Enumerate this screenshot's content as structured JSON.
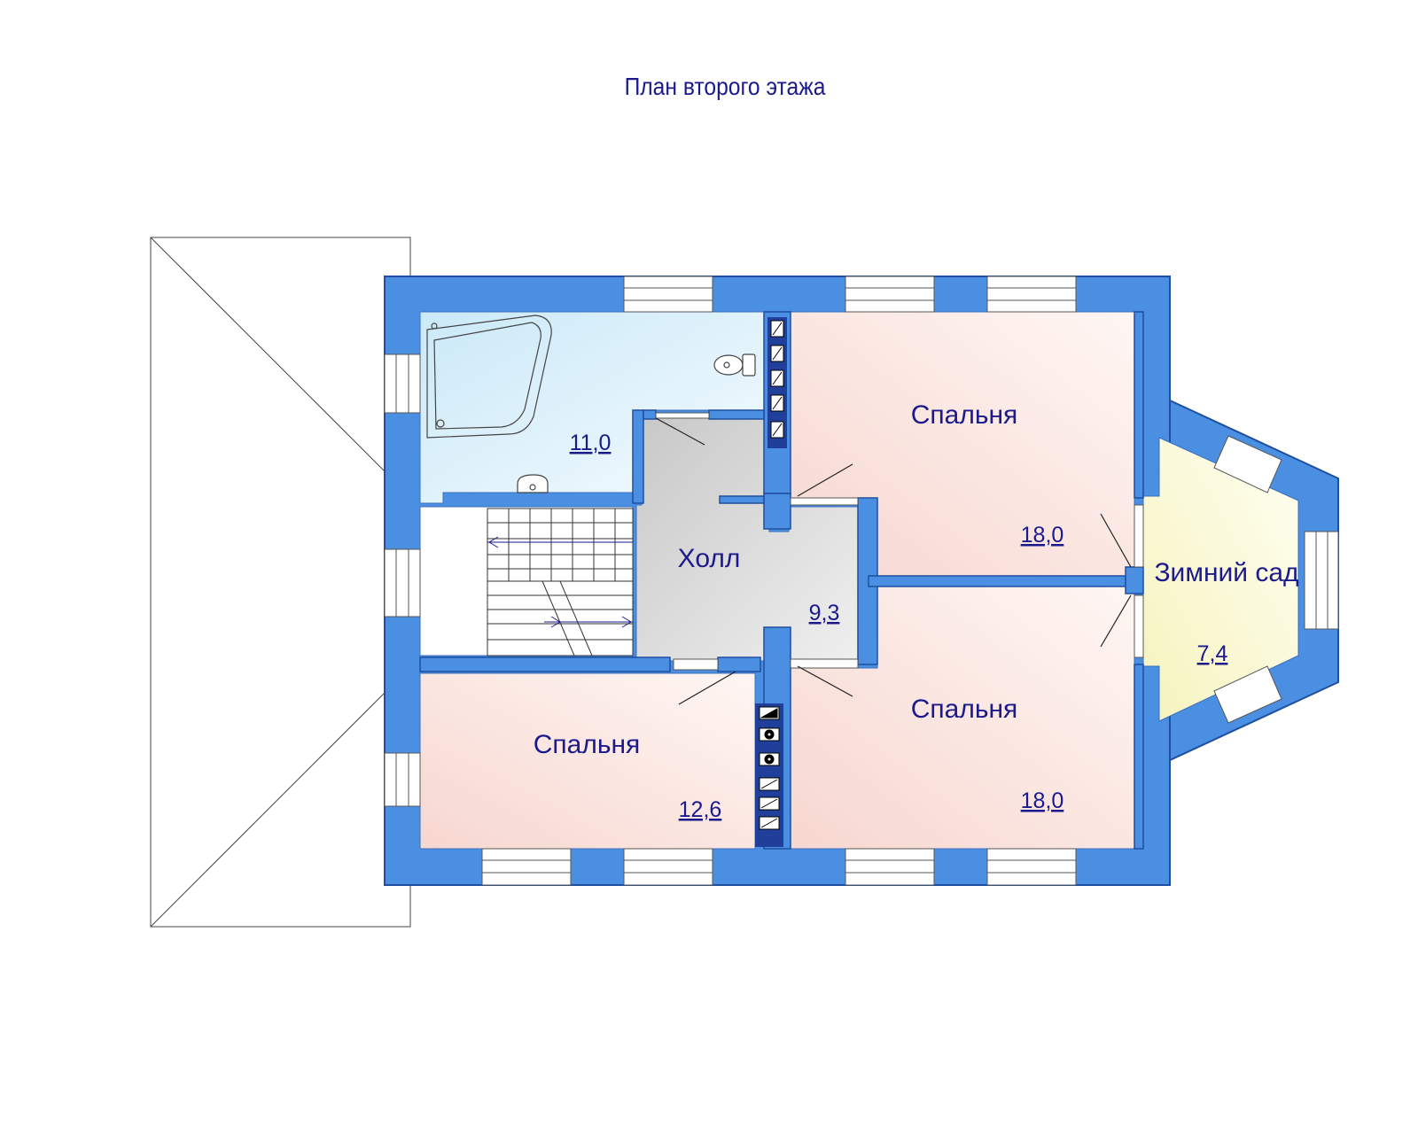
{
  "title": "План второго этажа",
  "colors": {
    "wall": "#4a8fe2",
    "wall_stroke": "#1f4fa0",
    "bath": "#dff1fb",
    "hall": "#d6d6d6",
    "bedroom": "#fbe2dc",
    "garden": "#fcfbd7",
    "text": "#1a1a8c"
  },
  "rooms": {
    "bath": {
      "area": "11,0"
    },
    "hall": {
      "name": "Холл",
      "area": "9,3"
    },
    "bedroom_ne": {
      "name": "Спальня",
      "area": "18,0"
    },
    "bedroom_se": {
      "name": "Спальня",
      "area": "18,0"
    },
    "bedroom_sw": {
      "name": "Спальня",
      "area": "12,6"
    },
    "garden": {
      "name": "Зимний сад",
      "area": "7,4"
    }
  },
  "icons": [
    "corner-bathtub-icon",
    "toilet-icon",
    "sink-icon",
    "stairs-icon",
    "ventilation-duct-icon"
  ]
}
